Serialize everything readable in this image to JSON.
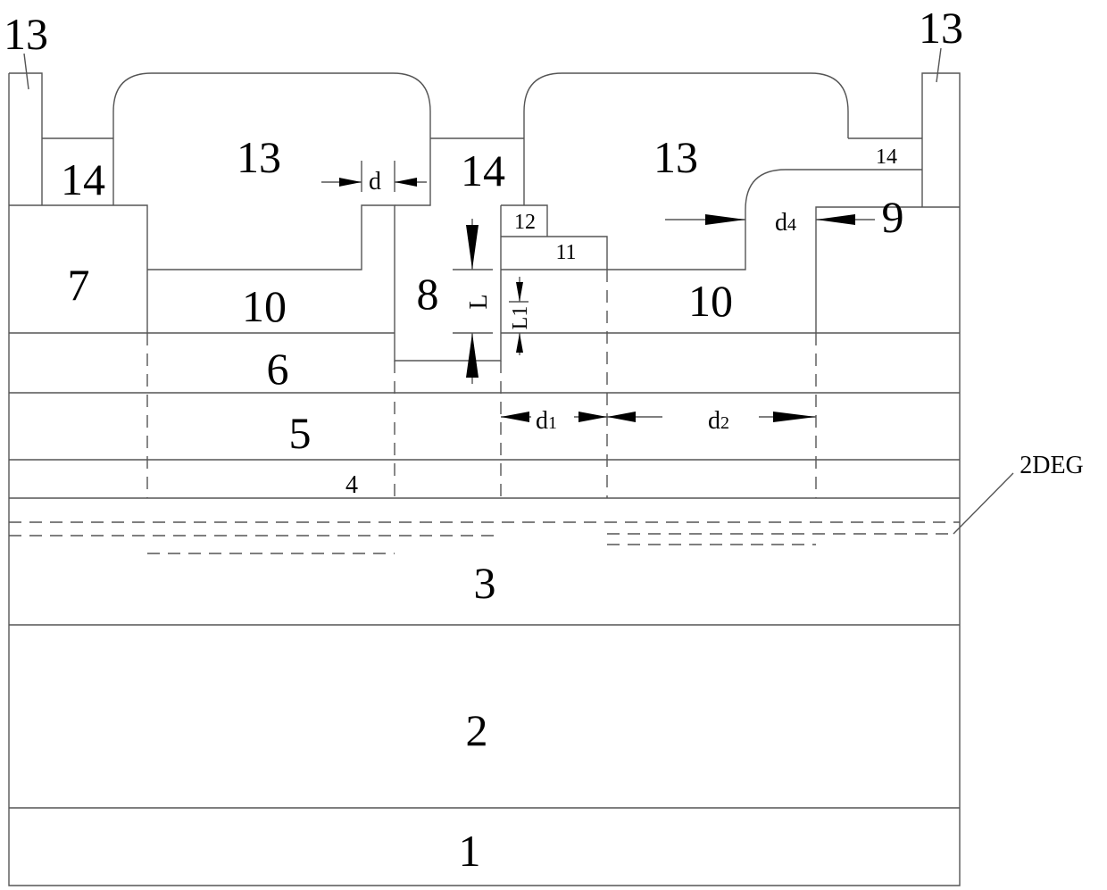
{
  "labels": {
    "l13_left": "13",
    "l13_right": "13",
    "l13_gate1": "13",
    "l13_gate2": "13",
    "l14_left": "14",
    "l14_mid": "14",
    "l14_right": "14",
    "l7": "7",
    "l10_left": "10",
    "l10_right": "10",
    "l8": "8",
    "l12": "12",
    "l11": "11",
    "l9": "9",
    "l6": "6",
    "l5": "5",
    "l4": "4",
    "l3": "3",
    "l2": "2",
    "l1": "1",
    "l2deg": "2DEG"
  },
  "dimensions": {
    "d": "d",
    "L": "L",
    "L1": "L1",
    "d1": "d",
    "d1_sub": "1",
    "d2": "d",
    "d2_sub": "2",
    "d4": "d",
    "d4_sub": "4"
  }
}
